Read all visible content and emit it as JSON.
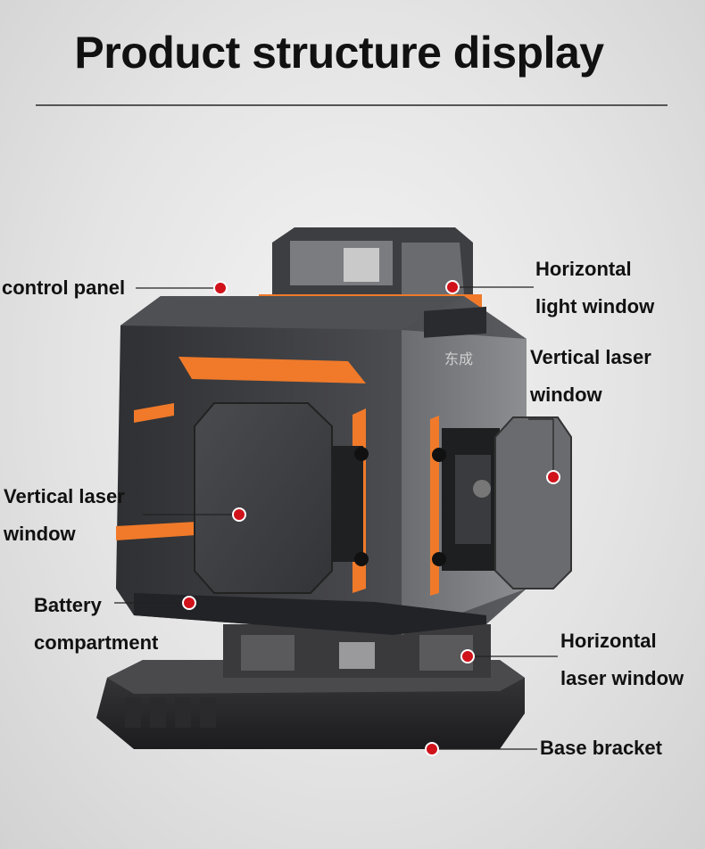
{
  "title": "Product structure display",
  "brand_mark": "东成",
  "labels": {
    "control_panel": "control panel",
    "horizontal_light_window": [
      "Horizontal",
      "light window"
    ],
    "vertical_laser_window_right": [
      "Vertical laser",
      "window"
    ],
    "vertical_laser_window_left": [
      "Vertical laser",
      "window"
    ],
    "battery_compartment": [
      "Battery",
      "compartment"
    ],
    "horizontal_laser_window": [
      "Horizontal",
      "laser window"
    ],
    "base_bracket": "Base bracket"
  },
  "colors": {
    "accent_orange": "#f07a2a",
    "body_dark": "#3b3c3f",
    "marker_red": "#d0121b"
  }
}
